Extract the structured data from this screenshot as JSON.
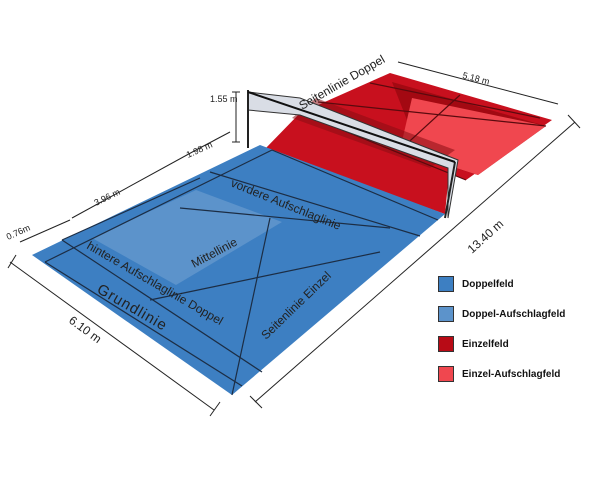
{
  "colors": {
    "doppelfeld": "#3d7fc2",
    "doppel_aufschlagfeld": "#5c93cb",
    "einzelfeld": "#c8101e",
    "einzel_aufschlagfeld": "#f0474f",
    "einzel_dark": "#a30912",
    "net": "#d9dde5"
  },
  "dimensions": {
    "net_height": "1.55 m",
    "short_service": "1.98 m",
    "service_length": "3.96 m",
    "back_margin": "0.76m",
    "width": "6.10 m",
    "length": "13.40 m",
    "far_width": "5.18 m"
  },
  "labels": {
    "seitenlinie_doppel": "Seitenlinie Doppel",
    "vordere_aufschlaglinie": "vordere Aufschlaglinie",
    "mittellinie": "Mittellinie",
    "hintere_aufschlaglinie": "hintere Aufschlaglinie Doppel",
    "grundlinie": "Grundlinie",
    "seitenlinie_einzel": "Seitenlinie Einzel"
  },
  "legend": [
    {
      "label": "Doppelfeld",
      "color": "#3d7fc2"
    },
    {
      "label": "Doppel-Aufschlagfeld",
      "color": "#5c93cb"
    },
    {
      "label": "Einzelfeld",
      "color": "#b80b16"
    },
    {
      "label": "Einzel-Aufschlagfeld",
      "color": "#f0474f"
    }
  ]
}
